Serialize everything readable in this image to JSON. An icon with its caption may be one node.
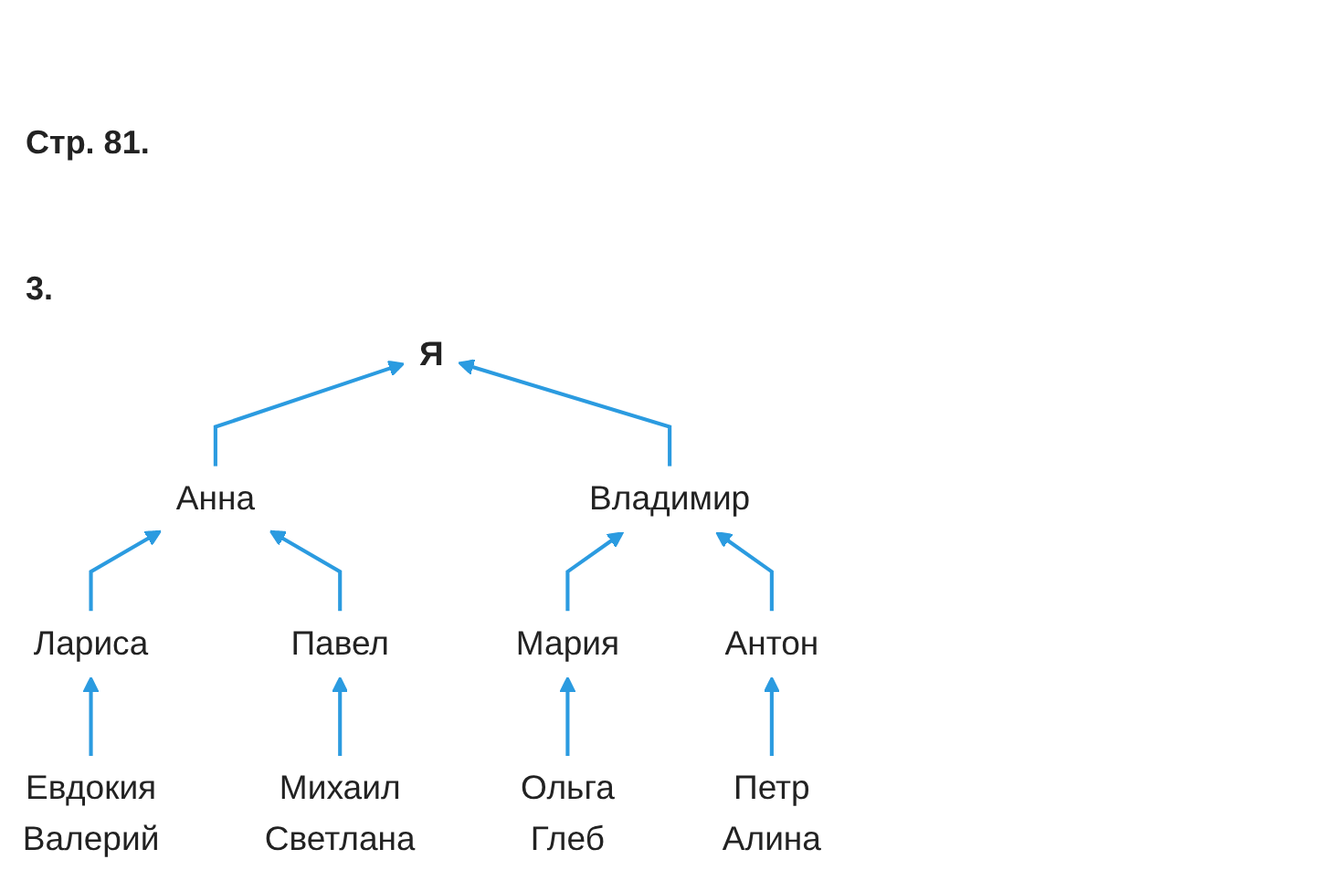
{
  "diagram": {
    "title": "Стр. 81.",
    "nodes": [
      {
        "text": [
          "Я"
        ]
      },
      {
        "text": [
          "Анна"
        ]
      },
      {
        "text": [
          "Владимир"
        ]
      },
      {
        "text": [
          "Лариса"
        ]
      },
      {
        "text": [
          "Павел"
        ]
      },
      {
        "text": [
          "Мария"
        ]
      },
      {
        "text": [
          "Антон"
        ]
      },
      {
        "text": [
          "Евдокия",
          "Валерий"
        ]
      },
      {
        "text": [
          "Михаил",
          "Светлана"
        ]
      },
      {
        "text": [
          "Ольга",
          "Глеб"
        ]
      },
      {
        "text": [
          "Петр",
          "Алина"
        ]
      }
    ],
    "edges": [
      {
        "from": 1,
        "to": 0,
        "arrow": "to"
      },
      {
        "from": 2,
        "to": 0,
        "arrow": "to"
      },
      {
        "from": 3,
        "to": 1,
        "arrow": "to"
      },
      {
        "from": 4,
        "to": 1,
        "arrow": "to"
      },
      {
        "from": 5,
        "to": 2,
        "arrow": "to"
      },
      {
        "from": 6,
        "to": 2,
        "arrow": "to"
      },
      {
        "from": 7,
        "to": 3,
        "arrow": "to"
      },
      {
        "from": 8,
        "to": 4,
        "arrow": "to"
      },
      {
        "from": 9,
        "to": 5,
        "arrow": "to"
      },
      {
        "from": 10,
        "to": 6,
        "arrow": "to"
      }
    ],
    "labels": [
      "3."
    ]
  }
}
